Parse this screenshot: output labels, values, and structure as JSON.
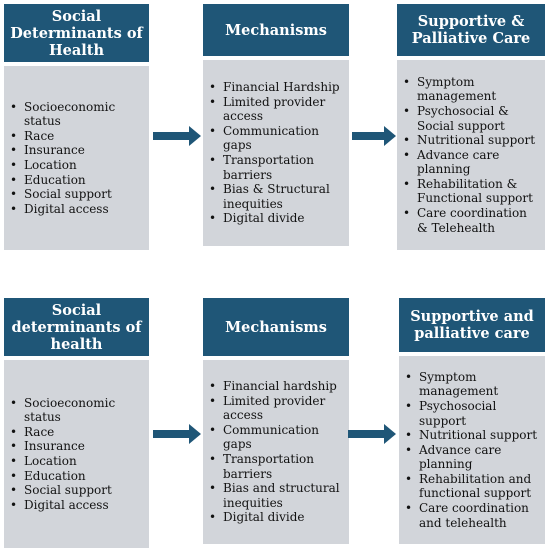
{
  "diagrams": [
    {
      "determinants": {
        "title": "Social Determinants of Health",
        "items": [
          "Socioeconomic status",
          "Race",
          "Insurance",
          "Location",
          "Education",
          "Social support",
          "Digital access"
        ]
      },
      "mechanisms": {
        "title": "Mechanisms",
        "items": [
          "Financial Hardship",
          "Limited provider access",
          "Communication gaps",
          "Transportation barriers",
          "Bias & Structural inequities",
          "Digital divide"
        ]
      },
      "care": {
        "title": "Supportive & Palliative Care",
        "items": [
          "Symptom management",
          "Psychosocial & Social support",
          "Nutritional support",
          "Advance care planning",
          "Rehabilitation & Functional support",
          "Care coordination & Telehealth"
        ]
      }
    },
    {
      "determinants": {
        "title": "Social determinants of health",
        "items": [
          "Socioeconomic status",
          "Race",
          "Insurance",
          "Location",
          "Education",
          "Social support",
          "Digital access"
        ]
      },
      "mechanisms": {
        "title": "Mechanisms",
        "items": [
          "Financial hardship",
          "Limited provider access",
          "Communication gaps",
          "Transportation barriers",
          "Bias and structural inequities",
          "Digital divide"
        ]
      },
      "care": {
        "title": "Supportive and palliative care",
        "items": [
          "Symptom management",
          "Psychosocial support",
          "Nutritional support",
          "Advance care planning",
          "Rehabilitation and functional support",
          "Care coordination and telehealth"
        ]
      }
    }
  ],
  "colors": {
    "header": "#1f5677",
    "body": "#d2d5da",
    "arrow": "#1f5677"
  }
}
